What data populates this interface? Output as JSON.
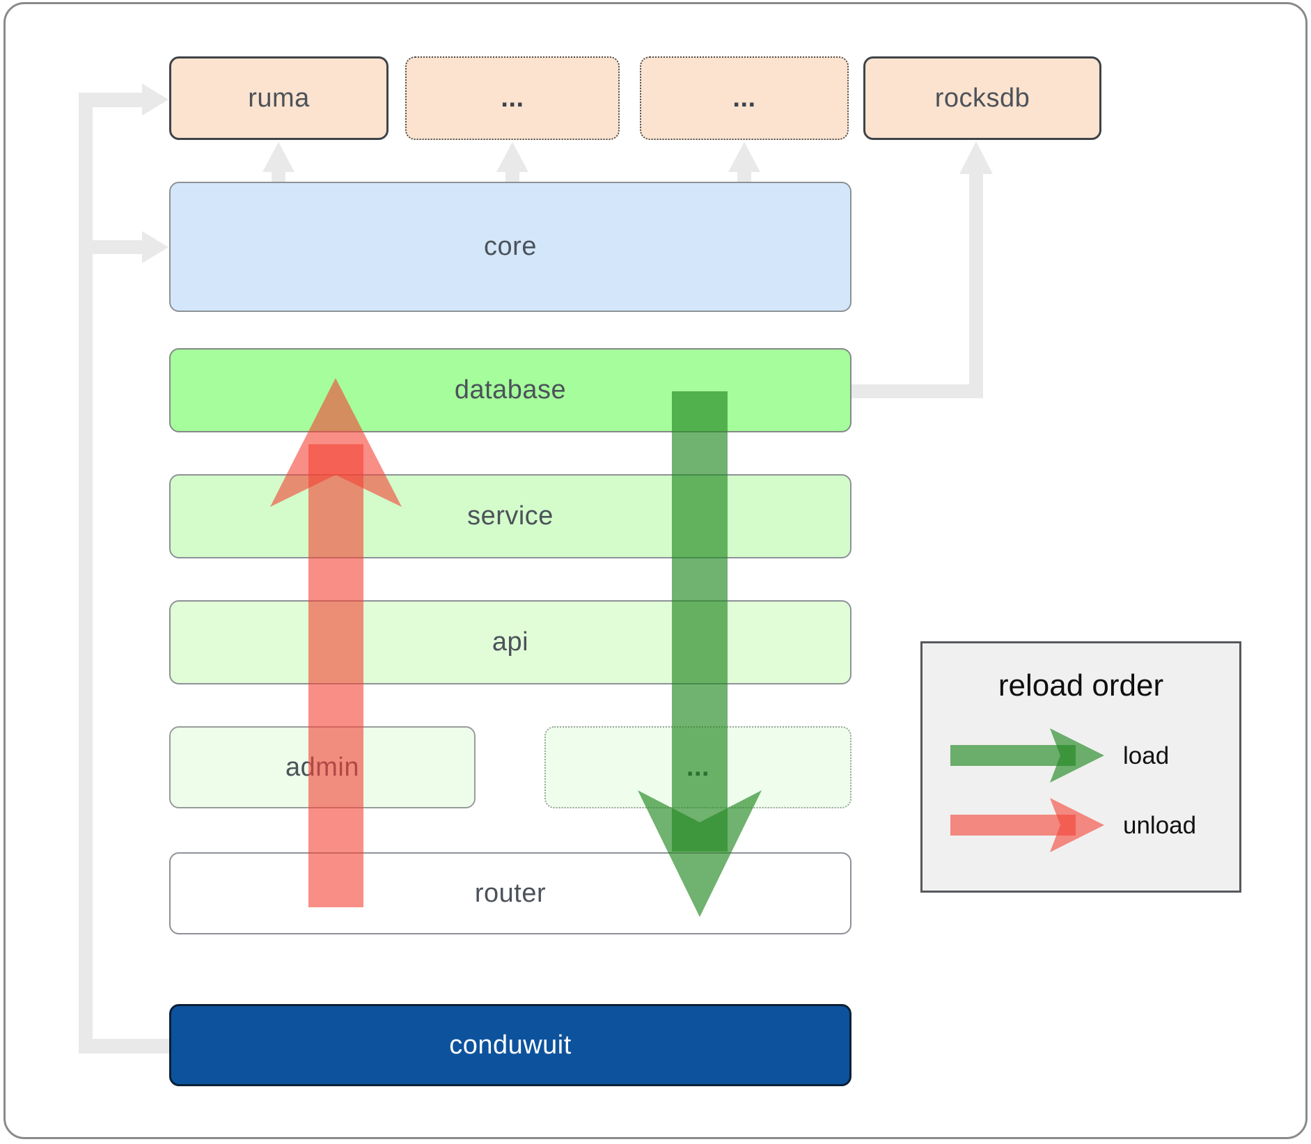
{
  "diagram": {
    "nodes": {
      "ruma": {
        "label": "ruma"
      },
      "dep_more_1": {
        "label": "..."
      },
      "dep_more_2": {
        "label": "..."
      },
      "rocksdb": {
        "label": "rocksdb"
      },
      "core": {
        "label": "core"
      },
      "database": {
        "label": "database"
      },
      "service": {
        "label": "service"
      },
      "api": {
        "label": "api"
      },
      "admin": {
        "label": "admin"
      },
      "service_more": {
        "label": "..."
      },
      "router": {
        "label": "router"
      },
      "conduwuit": {
        "label": "conduwuit"
      }
    },
    "colors": {
      "dependency_fill": "#fbe3cf",
      "core_fill": "#d4e7fa",
      "database_fill": "#a5fd9b",
      "service_fill": "#d3fcca",
      "api_fill": "#e1fdd8",
      "admin_fill": "#edfdea",
      "router_fill": "#ffffff",
      "conduwuit_fill": "#0d529c",
      "connector_gray": "#e9e9e9",
      "load_green": "#238822",
      "unload_red": "#f34335"
    }
  },
  "legend": {
    "title": "reload order",
    "items": [
      {
        "label": "load"
      },
      {
        "label": "unload"
      }
    ]
  }
}
